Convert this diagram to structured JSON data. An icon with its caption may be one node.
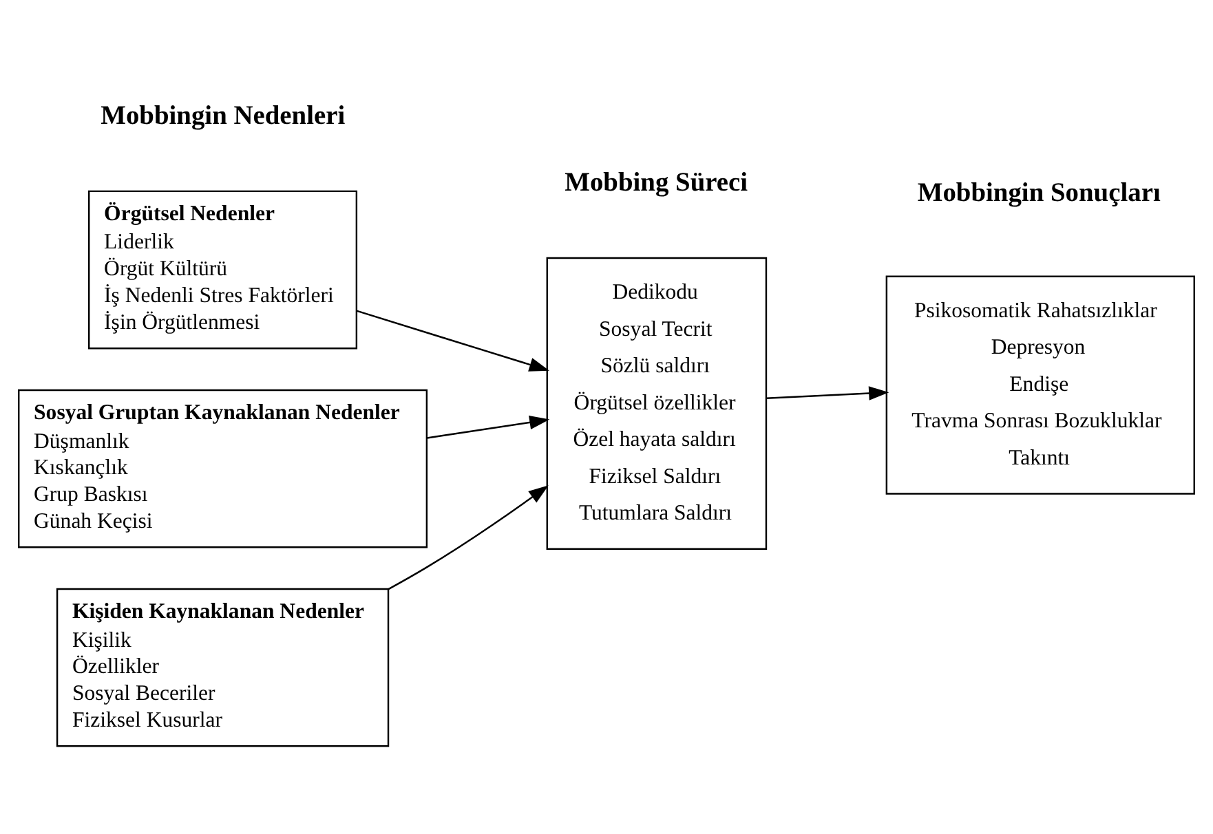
{
  "diagram": {
    "nodes": [
      {
        "text": [
          "Örgütsel Nedenler",
          "Liderlik",
          "Örgüt Kültürü",
          "İş Nedenli Stres Faktörleri",
          "İşin Örgütlenmesi"
        ]
      },
      {
        "text": [
          "Sosyal Gruptan Kaynaklanan Nedenler",
          "Düşmanlık",
          "Kıskançlık",
          "Grup Baskısı",
          "Günah Keçisi"
        ]
      },
      {
        "text": [
          "Kişiden Kaynaklanan Nedenler",
          "Kişilik",
          "Özellikler",
          "Sosyal Beceriler",
          "Fiziksel Kusurlar"
        ]
      },
      {
        "text": [
          "Dedikodu",
          "Sosyal Tecrit",
          "Sözlü saldırı",
          "Örgütsel özellikler",
          "Özel hayata saldırı",
          "Fiziksel Saldırı",
          "Tutumlara Saldırı"
        ]
      },
      {
        "text": [
          "Psikosomatik Rahatsızlıklar",
          "Depresyon",
          "Endişe",
          "Travma Sonrası Bozukluklar",
          "Takıntı"
        ]
      }
    ],
    "edges": [
      {
        "from": 0,
        "to": 3,
        "arrow": "to"
      },
      {
        "from": 1,
        "to": 3,
        "arrow": "to"
      },
      {
        "from": 2,
        "to": 3,
        "arrow": "to"
      },
      {
        "from": 3,
        "to": 4,
        "arrow": "to"
      }
    ],
    "labels": [
      "Mobbingin Nedenleri",
      "Mobbing Süreci",
      "Mobbingin Sonuçları"
    ]
  }
}
